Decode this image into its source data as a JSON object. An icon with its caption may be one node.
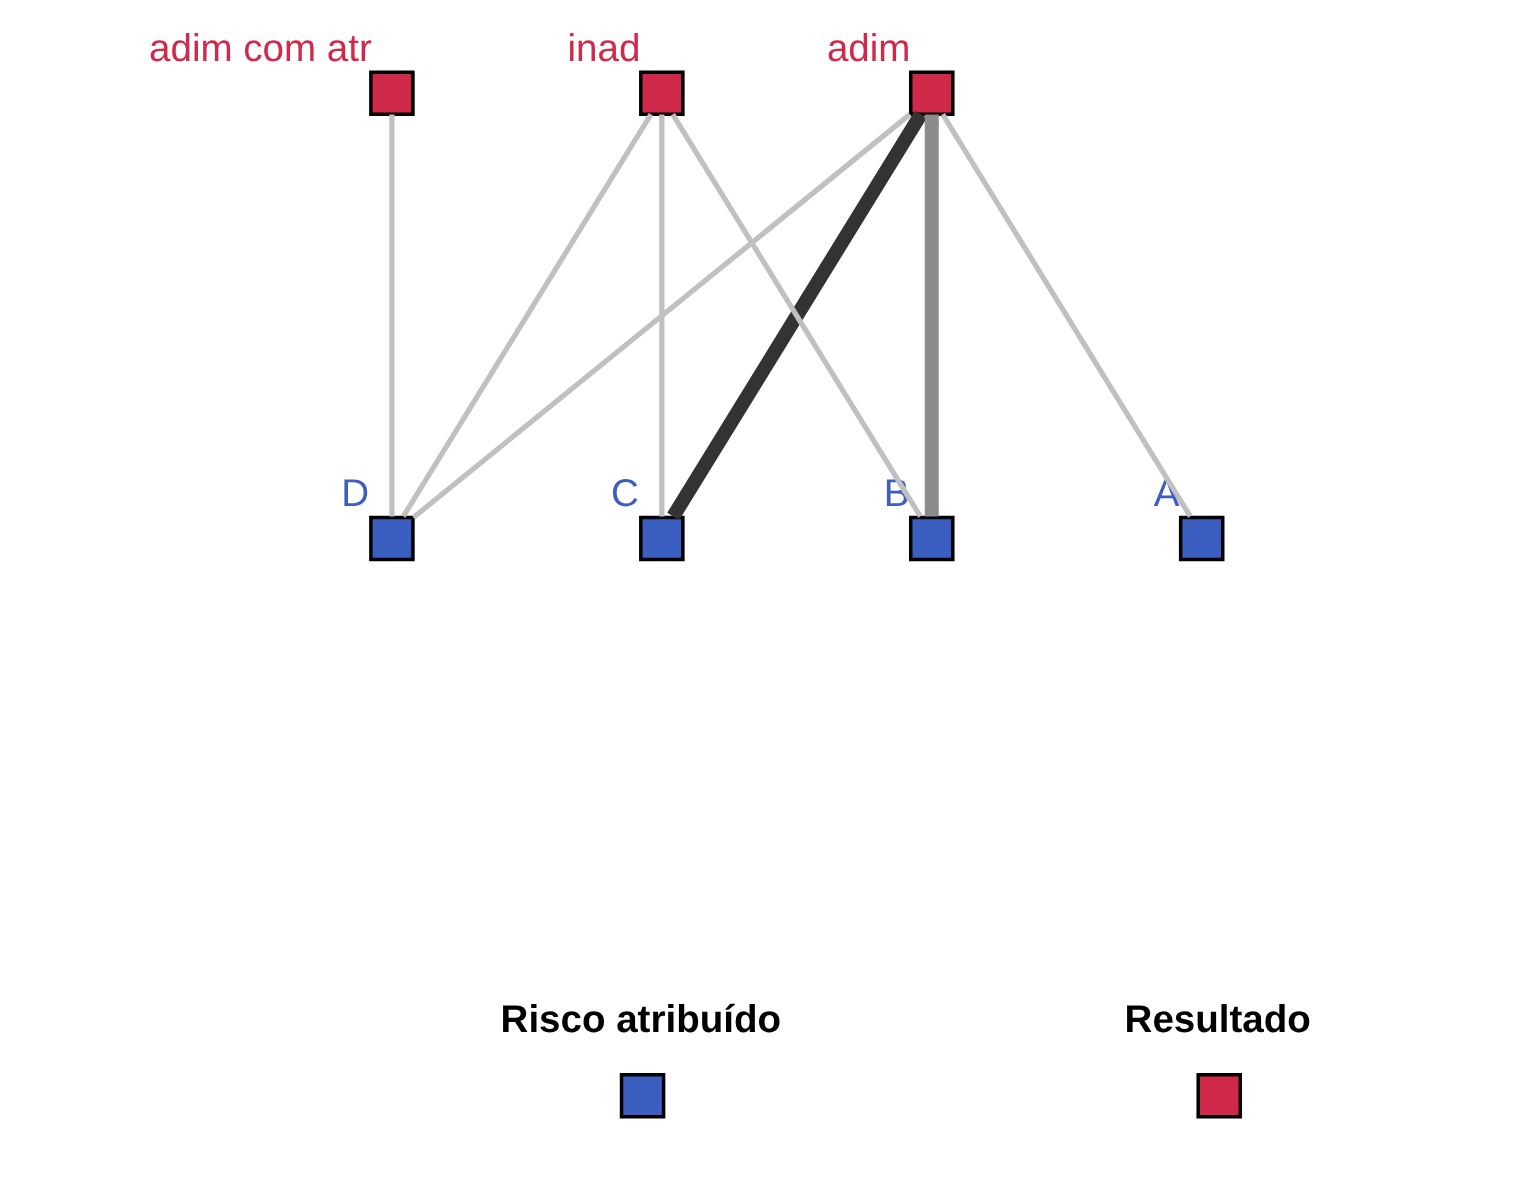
{
  "diagram": {
    "nodes": [
      {
        "text": [],
        "shape": "box",
        "beside": [
          "adim"
        ]
      },
      {
        "text": [],
        "shape": "box",
        "beside": [
          "adim com atr"
        ]
      },
      {
        "text": [],
        "shape": "box",
        "beside": [
          "D"
        ]
      },
      {
        "text": [],
        "shape": "box",
        "beside": [
          "inad"
        ]
      },
      {
        "text": [],
        "shape": "box",
        "beside": [
          "C"
        ]
      },
      {
        "text": [],
        "shape": "box",
        "beside": [
          "B"
        ]
      },
      {
        "text": [],
        "shape": "box",
        "beside": [
          "A"
        ]
      }
    ],
    "edges": [
      {
        "from": 0,
        "to": 2,
        "arrow": "none"
      },
      {
        "from": 0,
        "to": 4,
        "arrow": "none",
        "style": "thick",
        "color": "#333333"
      },
      {
        "from": 0,
        "to": 5,
        "arrow": "none",
        "style": "thick",
        "color": "#8c8c8c"
      },
      {
        "from": 0,
        "to": 6,
        "arrow": "none"
      },
      {
        "from": 1,
        "to": 2,
        "arrow": "none"
      },
      {
        "from": 3,
        "to": 2,
        "arrow": "none"
      },
      {
        "from": 3,
        "to": 4,
        "arrow": "none"
      },
      {
        "from": 3,
        "to": 5,
        "arrow": "none"
      }
    ],
    "legend": [
      {
        "text": "Risco atribuído",
        "color": "#3a5fc0"
      },
      {
        "text": "Resultado",
        "color": "#d02a4a"
      }
    ]
  }
}
